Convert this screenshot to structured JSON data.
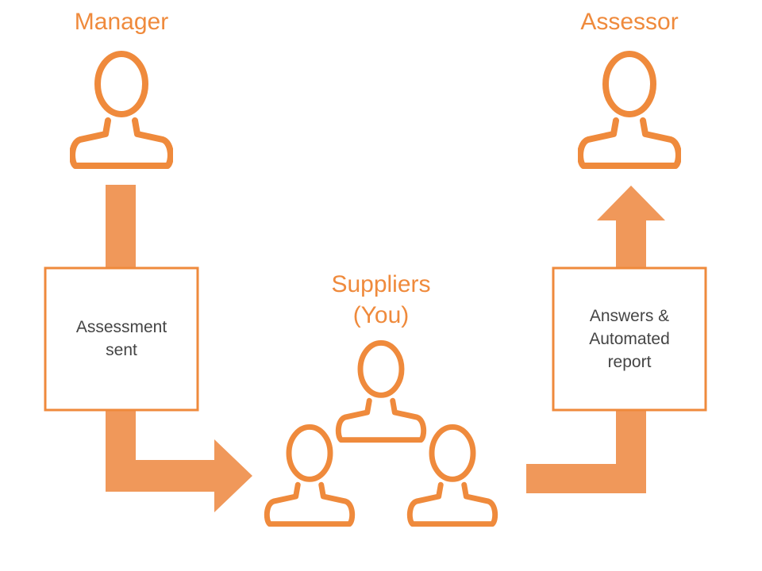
{
  "diagram": {
    "accent_color": "#ef8a3c",
    "arrow_color": "#f0985a",
    "text_color": "#454545",
    "roles": {
      "manager": {
        "label": "Manager",
        "icon": "person-icon"
      },
      "assessor": {
        "label": "Assessor",
        "icon": "person-icon"
      },
      "suppliers": {
        "label_line1": "Suppliers",
        "label_line2": "(You)",
        "icon": "group-icon"
      }
    },
    "boxes": {
      "assessment": {
        "text": "Assessment\nsent"
      },
      "answers": {
        "text": "Answers &\nAutomated\nreport"
      }
    }
  }
}
